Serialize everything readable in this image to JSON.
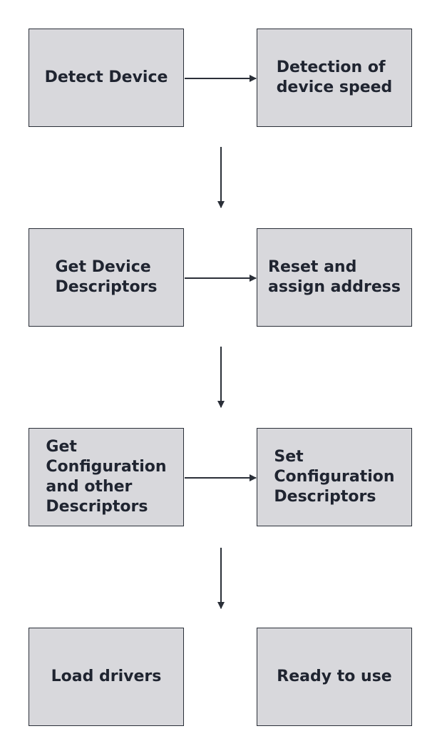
{
  "diagram": {
    "steps": [
      {
        "label": "Detect Device"
      },
      {
        "label": "Detection of\ndevice speed"
      },
      {
        "label": "Get Device\nDescriptors"
      },
      {
        "label": "Reset and\nassign address"
      },
      {
        "label": "Get\nConfiguration\nand other\nDescriptors"
      },
      {
        "label": "Set\nConfiguration\nDescriptors"
      },
      {
        "label": "Load drivers"
      },
      {
        "label": "Ready to use"
      }
    ],
    "colors": {
      "box_fill": "#d8d8dc",
      "box_stroke": "#2a2f38",
      "text": "#1f2430",
      "arrow": "#2a2f38"
    }
  }
}
